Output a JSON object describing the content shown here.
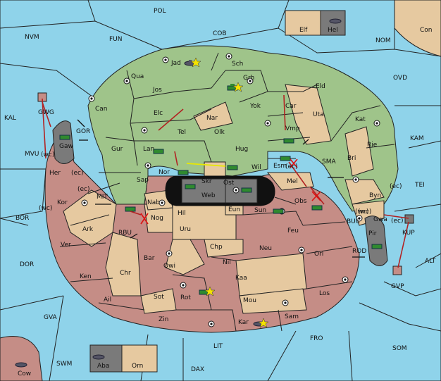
{
  "map": {
    "colors": {
      "sea": "#8fd3ea",
      "green_power": "#9fc48a",
      "neutral": "#e6c9a0",
      "red_power": "#c58d86",
      "impassable": "#7a7a7a",
      "moves_red": "#b22222",
      "moves_yellow": "#e8e800"
    },
    "sea_labels": [
      "POL",
      "NVM",
      "FUN",
      "COB",
      "NOM",
      "OVD",
      "KAL",
      "GOR",
      "MVU",
      "KAM",
      "SMA",
      "MIT",
      "TEI",
      "BOR",
      "RBU",
      "BUC",
      "ROD",
      "DOR",
      "ALT",
      "GVA",
      "FRO",
      "LIT",
      "SOM",
      "SWM",
      "DAX",
      "(wc)",
      "(ec)",
      "(ec)",
      "(wc)",
      "(ec)",
      "(wc)",
      "(ec)",
      "(wc)",
      "(ec)"
    ],
    "green_provinces": [
      "Jad",
      "Sch",
      "Qua",
      "Grh",
      "Jos",
      "Eld",
      "Can",
      "Car",
      "Yok",
      "Nar",
      "Elc",
      "Tel",
      "Olk",
      "Uta",
      "Kat",
      "Gur",
      "Lan",
      "Hug",
      "Bri",
      "Rie",
      "Nor",
      "Wil",
      "Esm",
      "Sap"
    ],
    "neutral_provinces": [
      "Elf",
      "Con",
      "Skr",
      "Nab",
      "Hil",
      "Eun",
      "Ark",
      "Uru",
      "Chp",
      "Qwi",
      "Sot",
      "Bar",
      "Orn",
      "Mel",
      "Byn",
      "Gwa"
    ],
    "red_provinces": [
      "Her",
      "Kor",
      "Ver",
      "Ken",
      "Chr",
      "Ail",
      "Nog",
      "Rot",
      "Zin",
      "Kar",
      "Sam",
      "Los",
      "Orl",
      "Feu",
      "Neu",
      "Nil",
      "Kaa",
      "Mou",
      "Sun",
      "Obs",
      "Cow"
    ],
    "gray_provinces": [
      "Hel",
      "Web",
      "Ost",
      "Pir",
      "Aba",
      "Gaw",
      "Vmp"
    ],
    "special_labels": [
      "GWG",
      "KUP",
      "GVP",
      "Vmp"
    ]
  }
}
